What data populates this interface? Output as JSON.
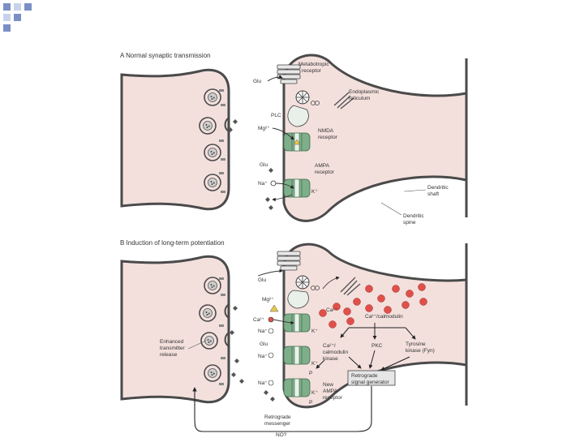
{
  "panel_a": {
    "title": "A  Normal synaptic transmission",
    "glu_top": "Glu",
    "metabotropic": [
      "Metabotropic",
      "receptor"
    ],
    "er": [
      "Endoplasmic",
      "reticulum"
    ],
    "plc": "PLC",
    "mg": "Mg²⁺",
    "nmda": [
      "NMDA",
      "receptor"
    ],
    "glu_mid": "Glu",
    "ampa": [
      "AMPA",
      "receptor"
    ],
    "na": "Na⁺",
    "k": "K⁺",
    "dendritic_shaft": [
      "Dendritic",
      "shaft"
    ],
    "dendritic_spine": [
      "Dendritic",
      "spine"
    ]
  },
  "panel_b": {
    "title": "B  Induction of long-term potentiation",
    "glu_top": "Glu",
    "mg": "Mg²⁺",
    "ca_in": "Ca²⁺",
    "ca_out": "Ca²⁺",
    "na1": "Na⁺",
    "k1": "K⁺",
    "ca_calmodulin": "Ca²⁺/calmodulin",
    "glu2": "Glu",
    "na2": "Na⁺",
    "camk": [
      "Ca²⁺/",
      "calmodulin",
      "kinase"
    ],
    "pkc": "PKC",
    "tyrosine": [
      "Tyrosine",
      "kinase (Fyn)"
    ],
    "k2": "K⁺",
    "p1": "P",
    "p2": "P",
    "enhanced": [
      "Enhanced",
      "transmitter",
      "release"
    ],
    "retro_gen": [
      "Retrograde",
      "signal generator"
    ],
    "na3": "Na⁺",
    "new_ampa": [
      "New",
      "AMPA",
      "receptor"
    ],
    "k3": "K⁺",
    "retro_msg": [
      "Retrograde",
      "messenger"
    ],
    "no": "NO?"
  },
  "colors": {
    "membrane": "#f3e0dd",
    "outline": "#4a4a4a",
    "receptor": "#7fae8a",
    "calcium": "#e0504a",
    "vesicle": "#d9d9d9"
  }
}
